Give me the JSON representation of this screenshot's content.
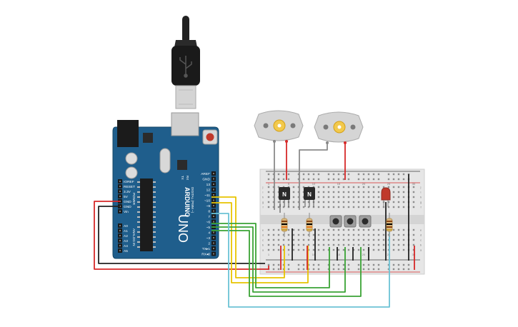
{
  "arduino": {
    "brand": "ARDUINO",
    "model": "UNO",
    "digital_caption": "DIGITAL (PWM ~)",
    "power_caption": "POWER",
    "analog_caption": "ANALOG IN",
    "tx_label": "TX",
    "rx_label": "RX",
    "digital_pins": [
      "AREF",
      "GND",
      "13",
      "12",
      "~11",
      "~10",
      "~9",
      "8",
      "7",
      "~6",
      "~5",
      "4",
      "~3",
      "2",
      "TX▸1",
      "RX◂0"
    ],
    "power_pins": [
      "IOREF",
      "RESET",
      "3.3V",
      "5V",
      "GND",
      "GND",
      "Vin"
    ],
    "analog_pins": [
      "A0",
      "A1",
      "A2",
      "A3",
      "A4",
      "A5"
    ]
  },
  "breadboard": {
    "column_numbers": [
      "1",
      "5",
      "10",
      "15",
      "20",
      "25",
      "30"
    ],
    "row_letters_top": [
      "j",
      "i",
      "h",
      "g",
      "f"
    ],
    "row_letters_bottom": [
      "e",
      "d",
      "c",
      "b",
      "a"
    ]
  },
  "components": {
    "transistor_label": "N",
    "motor_count": 2,
    "pushbutton_count": 3
  },
  "colors": {
    "board": "#1f5e8c",
    "breadboard": "#e6e6e6",
    "wire_red": "#d62828",
    "wire_black": "#222222",
    "wire_yellow": "#e8c400",
    "wire_green": "#3aa335",
    "wire_cyan": "#6cc3d5",
    "wire_gray": "#8a8a8a",
    "led": "#c0392b"
  }
}
